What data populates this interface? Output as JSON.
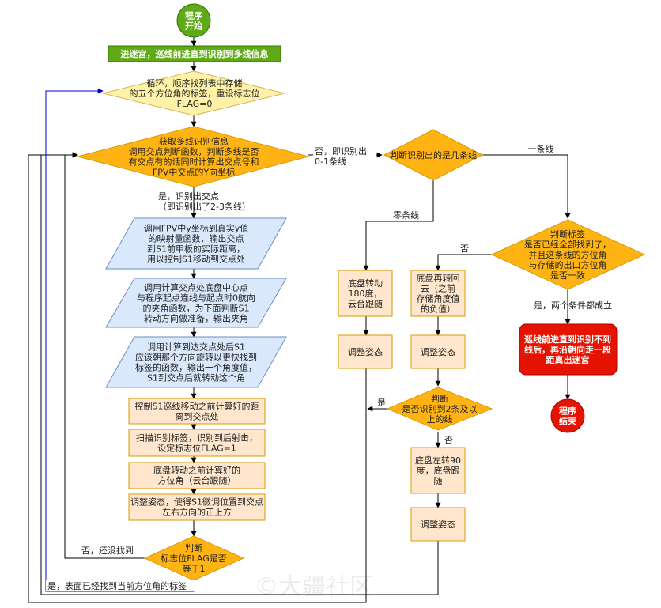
{
  "nodes": {
    "start": [
      "程序",
      "开始"
    ],
    "enter_maze": [
      "进迷宫，巡线前进直到识别到多线信息"
    ],
    "loop": [
      "循环，顺序找列表中存储",
      "的五个方位角的标签，重设标志位",
      "FLAG=0"
    ],
    "get_info": [
      "获取多线识别信息",
      "调用交点判断函数，判断多线是否",
      "有交点有的话同时计算出交点号和",
      "FPV中交点的Y向坐标"
    ],
    "map_distance": [
      "调用FPV中y坐标到真实y值",
      "的映射量函数，输出交点",
      "到S1前甲板的实际距离，",
      "用以控制S1移动到交点处"
    ],
    "calc_angle": [
      "调用计算交点处底盘中心点",
      "与程序起点连线与起点时0航向",
      "的夹角函数，为下面判断S1",
      "转动方向做准备，输出夹角"
    ],
    "calc_rotate": [
      "调用计算到达交点处后S1",
      "应该朝那个方向旋转以更快找到",
      "标签的函数，输出一个角度值，",
      "S1到交点后就转动这个角"
    ],
    "move_to_cross": [
      "控制S1巡线移动之前计算好的距",
      "离到交点处"
    ],
    "scan_tag": [
      "扫描识别标签，识别到后射击，",
      "设定标志位FLAG=1"
    ],
    "rotate_chassis": [
      "底盘转动之前计算好的",
      "方位角（云台跟随）"
    ],
    "adjust_up": [
      "调整姿态，使得S1微调位置到交点",
      "左右方向的正上方"
    ],
    "judge_flag": [
      "判断",
      "标志位FLAG是否",
      "等于1"
    ],
    "judge_lines": [
      "判断识别出的是几条线"
    ],
    "turn180": [
      "底盘转动",
      "180度，",
      "云台跟随"
    ],
    "adjust1": [
      "调整姿态"
    ],
    "judge_tags": [
      "判断标签",
      "是否已经全部找到了，",
      "并且这条线的方位角",
      "与存储的出口方位角",
      "是否一致"
    ],
    "turn_back": [
      "底盘再转回",
      "去（之前",
      "存储角度值",
      "的负值）"
    ],
    "adjust2": [
      "调整姿态"
    ],
    "judge_23": [
      "判断",
      "是否识别到2条及以",
      "上的线"
    ],
    "turn_left90": [
      "底盘左转90",
      "度，底盘跟",
      "随"
    ],
    "adjust3": [
      "调整姿态"
    ],
    "exit_run": [
      "巡线前进直到识别不到",
      "线后，再沿朝向走一段",
      "距离出迷宫"
    ],
    "end": [
      "程序",
      "结束"
    ]
  },
  "edge_labels": {
    "no_01": [
      "否，即识别出",
      "0-1条线"
    ],
    "one_line": [
      "一条线"
    ],
    "yes_cross": [
      "是，识别出交点",
      "（即识别出了2-3条线）"
    ],
    "zero_line": [
      "零条线"
    ],
    "no_tags": [
      "否"
    ],
    "yes_both": [
      "是，两个条件都成立"
    ],
    "yes_23": [
      "是"
    ],
    "no_23": [
      "否"
    ],
    "no_notfound": [
      "否，还没找到"
    ],
    "yes_found": [
      "是，表面已经找到当前方位角的标签"
    ]
  },
  "watermark": "©大疆社区",
  "colors": {
    "green_fill": "#60a917",
    "green_stroke": "#2d7600",
    "yellow_fill": "#fff2a8",
    "yellow_stroke": "#d6b656",
    "orange_fill": "#ffb413",
    "orange_stroke": "#d79b00",
    "blue_fill": "#dae8fc",
    "blue_stroke": "#6c8ebf",
    "peach_fill": "#ffe6cc",
    "peach_stroke": "#d79b00",
    "red_fill": "#e51400",
    "red_stroke": "#b20000",
    "loop_edge": "#0000cc"
  }
}
